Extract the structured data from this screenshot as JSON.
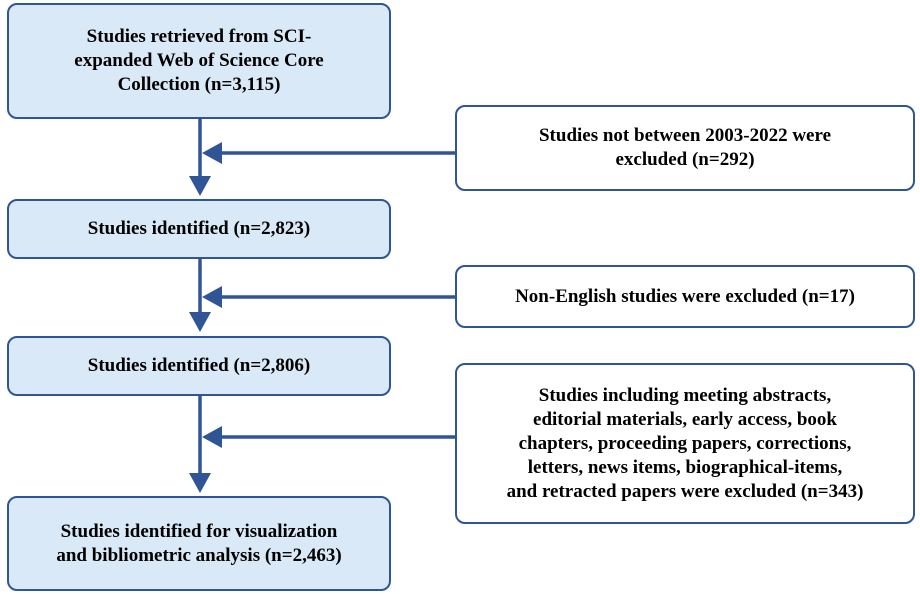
{
  "flow": {
    "main": [
      {
        "id": "retrieved",
        "text": "Studies retrieved from SCI-\nexpanded Web of Science Core\nCollection (n=3,115)"
      },
      {
        "id": "identified-1",
        "text": "Studies identified (n=2,823)"
      },
      {
        "id": "identified-2",
        "text": "Studies identified (n=2,806)"
      },
      {
        "id": "final",
        "text": "Studies identified for visualization\nand bibliometric analysis (n=2,463)"
      }
    ],
    "exclusions": [
      {
        "id": "excl-years",
        "text": "Studies not between 2003-2022 were\nexcluded (n=292)"
      },
      {
        "id": "excl-language",
        "text": "Non-English studies were excluded (n=17)"
      },
      {
        "id": "excl-types",
        "text": "Studies including meeting abstracts,\neditorial materials, early access, book\nchapters, proceeding papers, corrections,\nletters, news items, biographical-items,\nand retracted papers were excluded (n=343)"
      }
    ]
  },
  "colors": {
    "border": "#2f5597",
    "fill": "#dae9f7",
    "arrow": "#2f5597"
  }
}
